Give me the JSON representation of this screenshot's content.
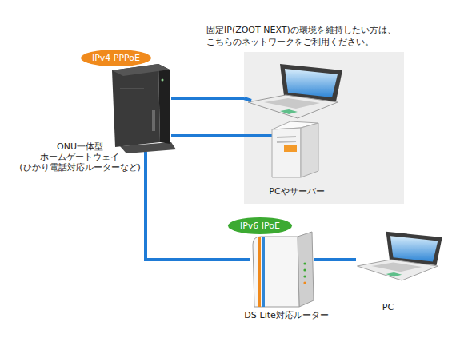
{
  "diagram": {
    "nodes": [
      {
        "text": [
          "IPv4 PPPoE",
          "ONU一体型 ホームゲートウェイ (ひかり電話対応ルーターなど)"
        ]
      },
      {
        "text": [
          "固定IP(ZOOT NEXT)の環境を維持したい方は、 こちらのネットワークをご利用ください。",
          "PCやサーバー"
        ]
      },
      {
        "text": [
          "IPv6 IPoE",
          "DS-Lite対応ルーター"
        ]
      },
      {
        "text": [
          "PC"
        ]
      }
    ],
    "edges": [
      {
        "from": 0,
        "to": 1,
        "arrow": "none"
      },
      {
        "from": 0,
        "to": 1,
        "arrow": "none"
      },
      {
        "from": 0,
        "to": 2,
        "arrow": "none"
      },
      {
        "from": 2,
        "to": 3,
        "arrow": "none"
      }
    ]
  }
}
